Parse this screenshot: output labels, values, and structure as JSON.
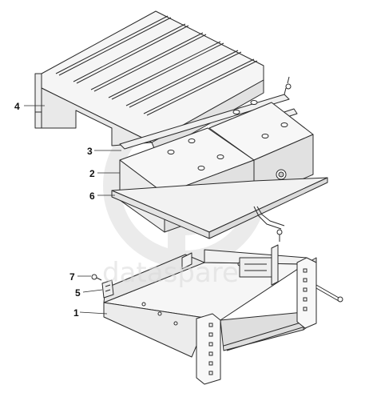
{
  "callouts": [
    {
      "id": "4",
      "label": "4"
    },
    {
      "id": "3",
      "label": "3"
    },
    {
      "id": "2",
      "label": "2"
    },
    {
      "id": "6",
      "label": "6"
    },
    {
      "id": "7",
      "label": "7"
    },
    {
      "id": "5",
      "label": "5"
    },
    {
      "id": "1",
      "label": "1"
    }
  ],
  "watermark": {
    "text": "dataspare"
  },
  "colors": {
    "line": "#2a2a2a",
    "fill_light": "#f4f4f4",
    "fill_mid": "#e6e6e6",
    "watermark": "#dcdcdc"
  }
}
